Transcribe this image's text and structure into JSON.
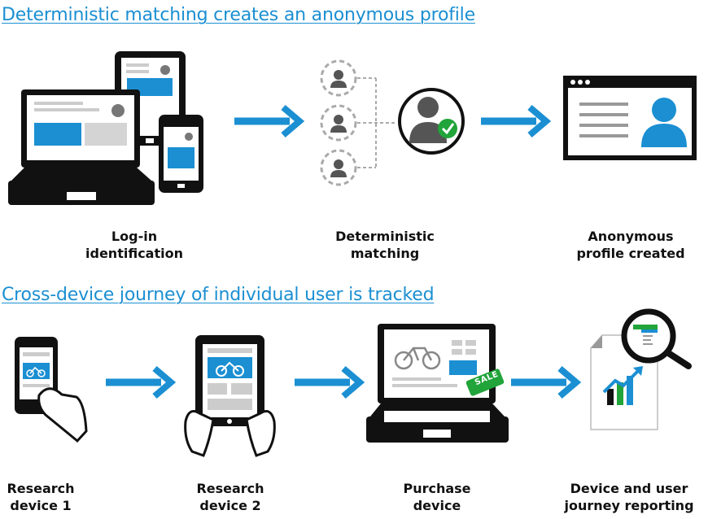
{
  "sections": [
    {
      "heading": "Deterministic matching creates an anonymous profile",
      "steps": [
        {
          "line1": "Log-in",
          "line2": "identification"
        },
        {
          "line1": "Deterministic",
          "line2": "matching"
        },
        {
          "line1": "Anonymous",
          "line2": "profile created"
        }
      ]
    },
    {
      "heading": "Cross-device journey of individual user is tracked",
      "steps": [
        {
          "line1": "Research",
          "line2": "device 1"
        },
        {
          "line1": "Research",
          "line2": "device 2"
        },
        {
          "line1": "Purchase",
          "line2": "device"
        },
        {
          "line1": "Device and user",
          "line2": "journey reporting"
        }
      ]
    }
  ],
  "sale_badge": "SALE",
  "colors": {
    "accent": "#1b8fd2",
    "dark": "#111111",
    "gray": "#d4d4d4",
    "green": "#21a43a"
  }
}
